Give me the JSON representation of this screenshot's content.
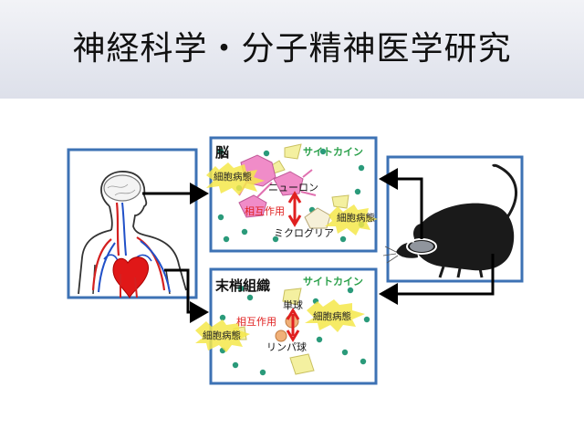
{
  "page": {
    "title": "神経科学・分子精神医学研究"
  },
  "brain_panel": {
    "heading": "脳",
    "cytokine": "サイトカイン",
    "pathology_left": "細胞病態",
    "pathology_right": "細胞病態",
    "neuron": "ニューロン",
    "interaction": "相互作用",
    "microglia": "ミクログリア"
  },
  "peripheral_panel": {
    "heading": "末梢組織",
    "cytokine": "サイトカイン",
    "monocyte": "単球",
    "interaction": "相互作用",
    "pathology_left": "細胞病態",
    "pathology_right": "細胞病態",
    "lymphocyte": "リンパ球"
  },
  "colors": {
    "frame_blue": "#3d72b4",
    "cytokine_green": "#2aa04a",
    "interaction_red": "#e02020",
    "dot_teal": "#2a9a7a",
    "burst_yellow": "#f5e84a",
    "neuron_pink": "#f08cc8"
  }
}
